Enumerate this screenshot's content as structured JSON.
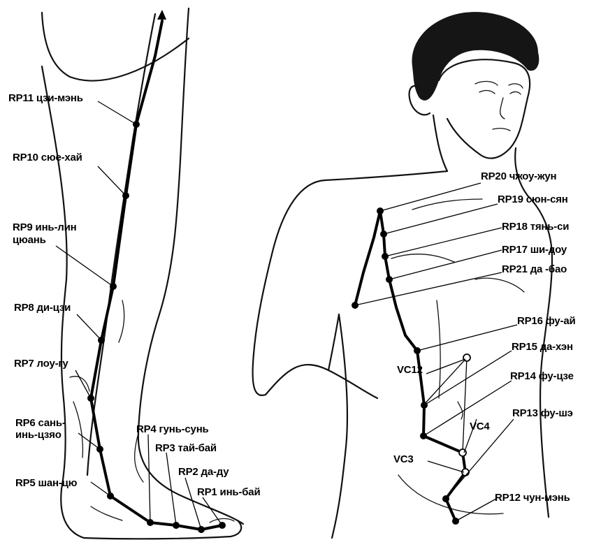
{
  "leg_labels": {
    "rp11": "RP11 цзи-мэнь",
    "rp10": "RP10 сюе-хай",
    "rp9_line1": "RP9 инь-лин",
    "rp9_line2": "цюань",
    "rp8": "RP8 ди-цзи",
    "rp7": "RP7 лоу-гу",
    "rp6_line1": "RP6 сань-",
    "rp6_line2": "инь-цзяо",
    "rp5": "RP5 шан-цю",
    "rp4": "RP4 гунь-сунь",
    "rp3": "RP3 тай-бай",
    "rp2": "RP2 да-ду",
    "rp1": "RP1 инь-бай"
  },
  "torso_labels": {
    "rp20": "RP20 чжоу-жун",
    "rp19": "RP19 сюн-сян",
    "rp18": "RP18 тянь-си",
    "rp17": "RP17 ши-доу",
    "rp21": "RP21 да -бао",
    "rp16": "RP16 фу-ай",
    "rp15": "RP15 да-хэн",
    "rp14": "RP14 фу-цзе",
    "rp13": "RP13 фу-шэ",
    "rp12": "RP12 чун-мэнь",
    "vc12": "VC12",
    "vc4": "VC4",
    "vc3": "VC3"
  },
  "colors": {
    "ink": "#000000",
    "background": "#ffffff"
  }
}
